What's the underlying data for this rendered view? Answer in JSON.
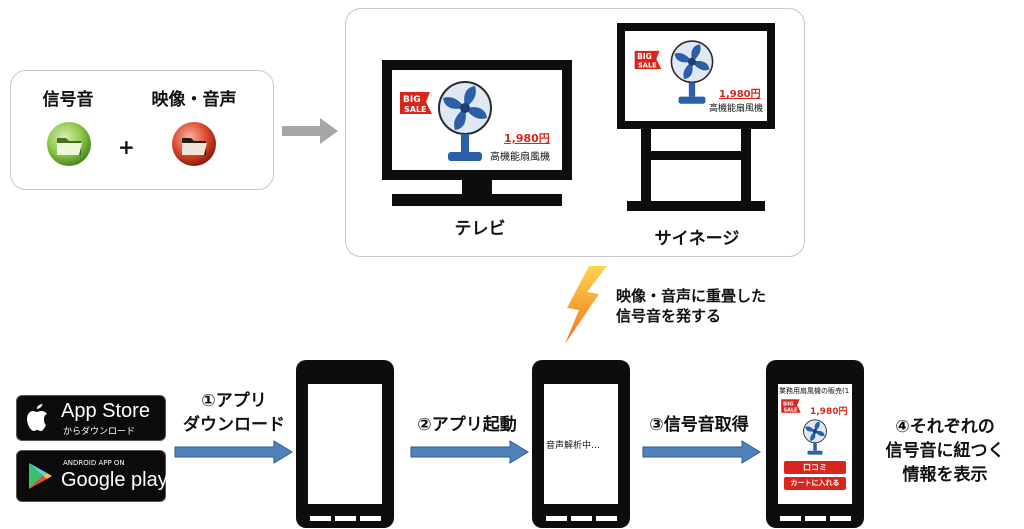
{
  "input_box": {
    "label_signal": "信号音",
    "label_av": "映像・音声",
    "plus": "+"
  },
  "devices": {
    "tv_label": "テレビ",
    "signage_label": "サイネージ",
    "ad_price": "1,980円",
    "ad_product": "高機能扇風機",
    "ad_logo": "BIG SALE"
  },
  "broadcast_caption": [
    "映像・音声に重畳した",
    "信号音を発する"
  ],
  "stores": {
    "appstore_main": "App Store",
    "appstore_sub": "からダウンロード",
    "googleplay_top": "ANDROID APP ON",
    "googleplay_main": "Google play"
  },
  "steps": {
    "step1": [
      "①アプリ",
      "ダウンロード"
    ],
    "step2": "②アプリ起動",
    "step3": "③信号音取得",
    "step4": [
      "④それぞれの",
      "信号音に紐つく",
      "情報を表示"
    ]
  },
  "phone2_text": "音声解析中…",
  "phone3": {
    "header": "業務用扇風機の販売(1",
    "price": "1,980円",
    "btn_review": "口コミ",
    "btn_cart": "カートに入れる"
  },
  "colors": {
    "arrow_blue": "#4f81bd",
    "arrow_gray": "#a6a6a6",
    "price_red": "#d9261c",
    "fan_blue": "#2b5fa8",
    "lightning_orange": "#f79a1e"
  }
}
